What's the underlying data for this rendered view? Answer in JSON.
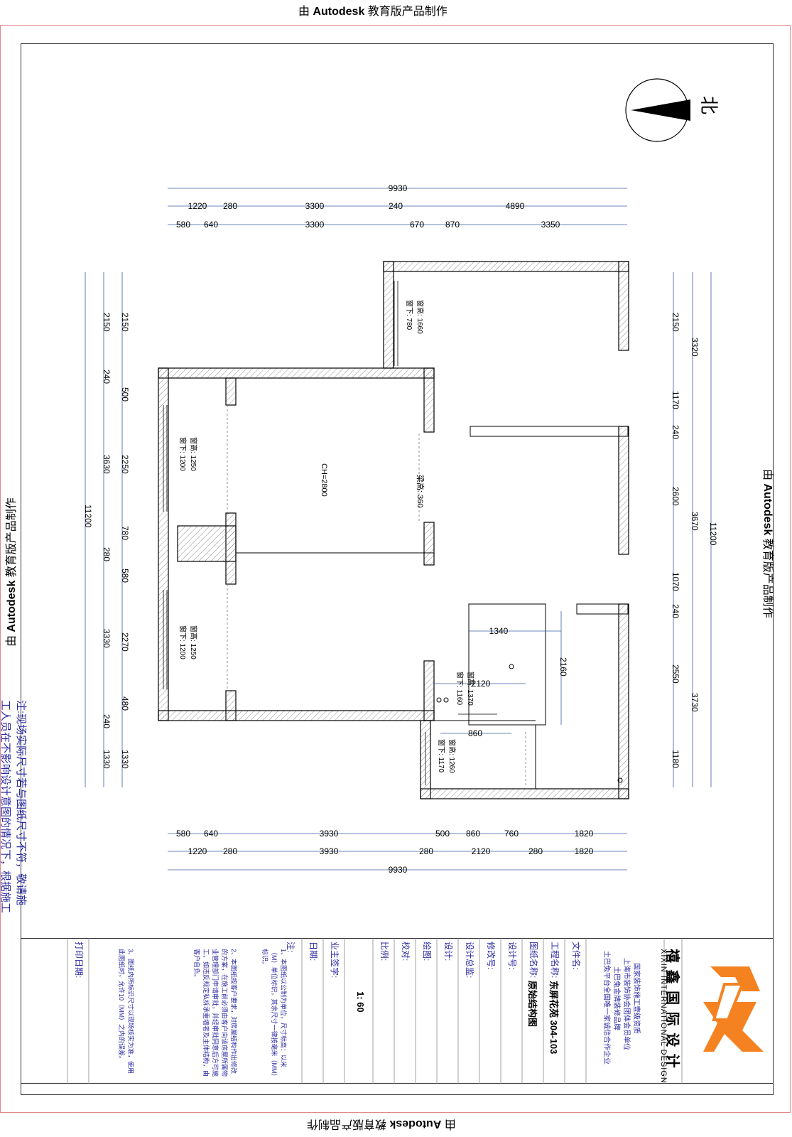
{
  "watermark": {
    "prefix": "由 ",
    "brand": "Autodesk",
    "suffix": " 教育版产品制作"
  },
  "compass": {
    "label": "北"
  },
  "dims_top": {
    "overall": "9930",
    "row2": [
      "1220",
      "280",
      "3300",
      "240",
      "4890"
    ],
    "row3": [
      "580",
      "640",
      "3300",
      "670",
      "870",
      "3350"
    ]
  },
  "dims_bottom": {
    "row1": [
      "580",
      "640",
      "3930",
      "500",
      "860",
      "760",
      "1820"
    ],
    "row2": [
      "1220",
      "280",
      "3930",
      "280",
      "2120",
      "280",
      "1820"
    ],
    "overall": "9930"
  },
  "dims_left": {
    "overall": "11200",
    "outer": [
      "2150",
      "240",
      "3630",
      "280",
      "3330",
      "240",
      "1330"
    ],
    "inner": [
      "2150",
      "500",
      "2250",
      "780",
      "580",
      "2270",
      "480",
      "1330"
    ]
  },
  "dims_right": {
    "overall": "11200",
    "outer": [
      "3320",
      "3670",
      "3730"
    ],
    "inner": [
      "2150",
      "1170",
      "240",
      "2600",
      "1070",
      "240",
      "2550",
      "1180"
    ]
  },
  "room_labels": {
    "ch": "CH=2800",
    "beam": "梁高: 360",
    "win1_h": "窗高: 1660",
    "win1_s": "窗下: 780",
    "win2_h": "窗高: 1250",
    "win2_s": "窗下: 1200",
    "win3_h": "窗高: 1250",
    "win3_s": "窗下: 1200",
    "win4_h": "窗高: 1370",
    "win4_s": "窗下: 1160",
    "win5_h": "窗高: 1260",
    "win5_s": "窗下: 1170",
    "d1340": "1340",
    "d2160": "2160",
    "d2120": "2120",
    "d860": "860"
  },
  "note": "注:现场实际尺寸若与图纸尺寸不符，敬请施工人员在不影响设计意图的情况下，根据施工现场实际情况进行调整，如设计与承重结构有冲突须由甲方征得物业许可。",
  "titleblock": {
    "company_cn": "禧 鑫 国 际 设 计",
    "company_en": "XIXIN INTERNATIONAL DESIGN",
    "assoc1": "国家装饰施工壹级资质",
    "assoc2": "上海市装饰协会团体会员单位",
    "assoc3": "土巴兔金牌装修品牌",
    "assoc4": "土巴兔平台全国唯一家诚信合作企业",
    "file_name_label": "文件名:",
    "project_label": "工程名称:",
    "project_value": "东屏花苑 304-103",
    "drawing_label": "图纸名称:",
    "drawing_value": "原始结构图",
    "designer_no_label": "设计号:",
    "revision_label": "修改号:",
    "design_lead_label": "设计总监:",
    "designer_label": "设计:",
    "drafter_label": "绘图:",
    "checker_label": "校对:",
    "scale_label": "比例:",
    "scale_value": "1: 60",
    "owner_sign_label": "业主签字:",
    "date_label": "日期:",
    "notes_label": "注:",
    "notes": [
      "1、本图纸以公制为单位，尺寸标高：以米（M）单位标识，其余尺寸一律按毫米（MM）标识。",
      "2、本图纸按客户要求，对房屋结构作出修改的方案，在施工前必须由客户向该房屋所属物业管理部门申请审批，并经审批同意后方可施工，如违反规定私拆承重墙者及主体结构，由客户自负。",
      "3、图纸内所标识尺寸以现场核实为准，使用此图纸时，允许10（MM）之内的误差。"
    ],
    "print_date_label": "打印日期:"
  }
}
